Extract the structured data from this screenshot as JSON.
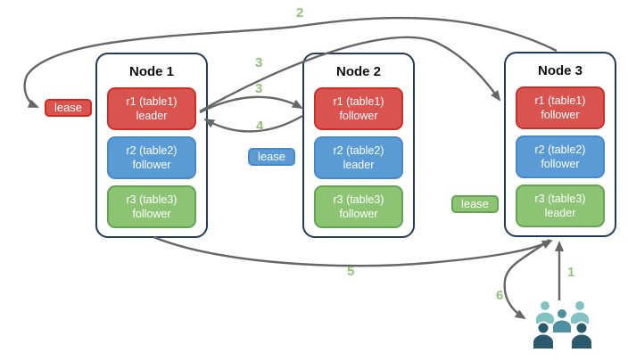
{
  "colors": {
    "red-fill": "#D9534F",
    "red-border": "#C8302A",
    "blue-fill": "#5B9BD5",
    "blue-border": "#4889C9",
    "green-fill": "#8DC474",
    "green-border": "#64A551",
    "node-border": "#223A5C",
    "arrow": "#666666",
    "step-green": "#90C478",
    "users-light": "#82C2C2",
    "users-mid": "#4E8FA0",
    "users-dark": "#2B5A6C"
  },
  "nodes": [
    {
      "title": "Node 1",
      "replicas": [
        {
          "name": "r1 (table1)",
          "role": "leader",
          "color": "red"
        },
        {
          "name": "r2 (table2)",
          "role": "follower",
          "color": "blue"
        },
        {
          "name": "r3 (table3)",
          "role": "follower",
          "color": "green"
        }
      ]
    },
    {
      "title": "Node 2",
      "replicas": [
        {
          "name": "r1 (table1)",
          "role": "follower",
          "color": "red"
        },
        {
          "name": "r2 (table2)",
          "role": "leader",
          "color": "blue"
        },
        {
          "name": "r3 (table3)",
          "role": "follower",
          "color": "green"
        }
      ]
    },
    {
      "title": "Node 3",
      "replicas": [
        {
          "name": "r1 (table1)",
          "role": "follower",
          "color": "red"
        },
        {
          "name": "r2 (table2)",
          "role": "follower",
          "color": "blue"
        },
        {
          "name": "r3 (table3)",
          "role": "leader",
          "color": "green"
        }
      ]
    }
  ],
  "leases": [
    {
      "label": "lease",
      "color": "red"
    },
    {
      "label": "lease",
      "color": "blue"
    },
    {
      "label": "lease",
      "color": "green"
    }
  ],
  "steps": [
    "1",
    "2",
    "3",
    "4",
    "5",
    "6"
  ],
  "icons": {
    "users": "users-icon"
  }
}
